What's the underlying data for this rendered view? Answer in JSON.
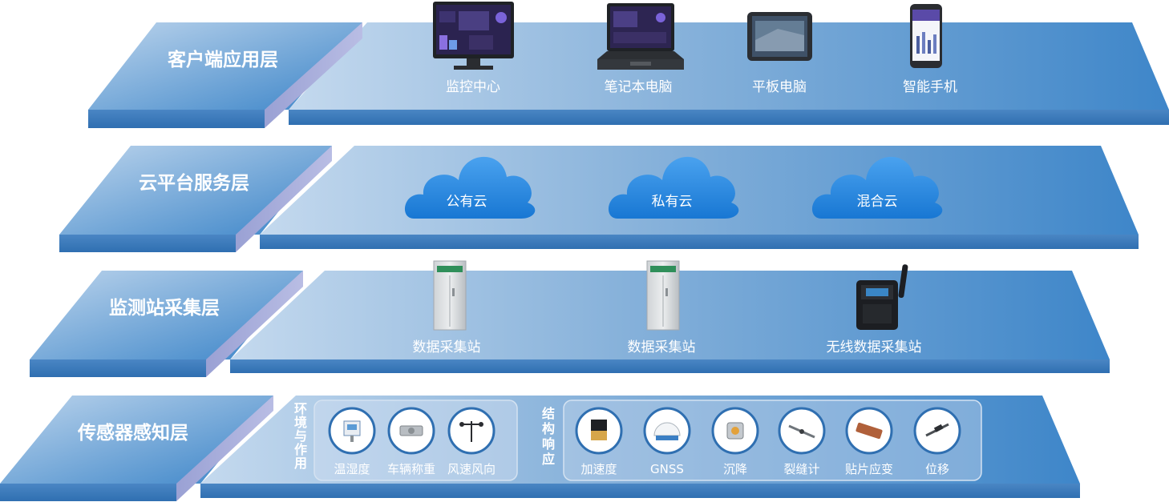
{
  "layers": [
    {
      "name": "客户端应用层",
      "devices": [
        "监控中心",
        "笔记本电脑",
        "平板电脑",
        "智能手机"
      ]
    },
    {
      "name": "云平台服务层",
      "clouds": [
        "公有云",
        "私有云",
        "混合云"
      ]
    },
    {
      "name": "监测站采集层",
      "stations": [
        "数据采集站",
        "数据采集站",
        "无线数据采集站"
      ]
    },
    {
      "name": "传感器感知层",
      "groups": [
        {
          "title": "环境与作用",
          "sensors": [
            "温湿度",
            "车辆称重",
            "风速风向"
          ]
        },
        {
          "title": "结构响应",
          "sensors": [
            "加速度",
            "GNSS",
            "沉降",
            "裂缝计",
            "贴片应变",
            "位移"
          ]
        }
      ]
    }
  ],
  "colors": {
    "top": "#8fb7db",
    "front": "#3f7cbd",
    "side": "#a4a9d6",
    "cloud": "#2e8ce0"
  }
}
